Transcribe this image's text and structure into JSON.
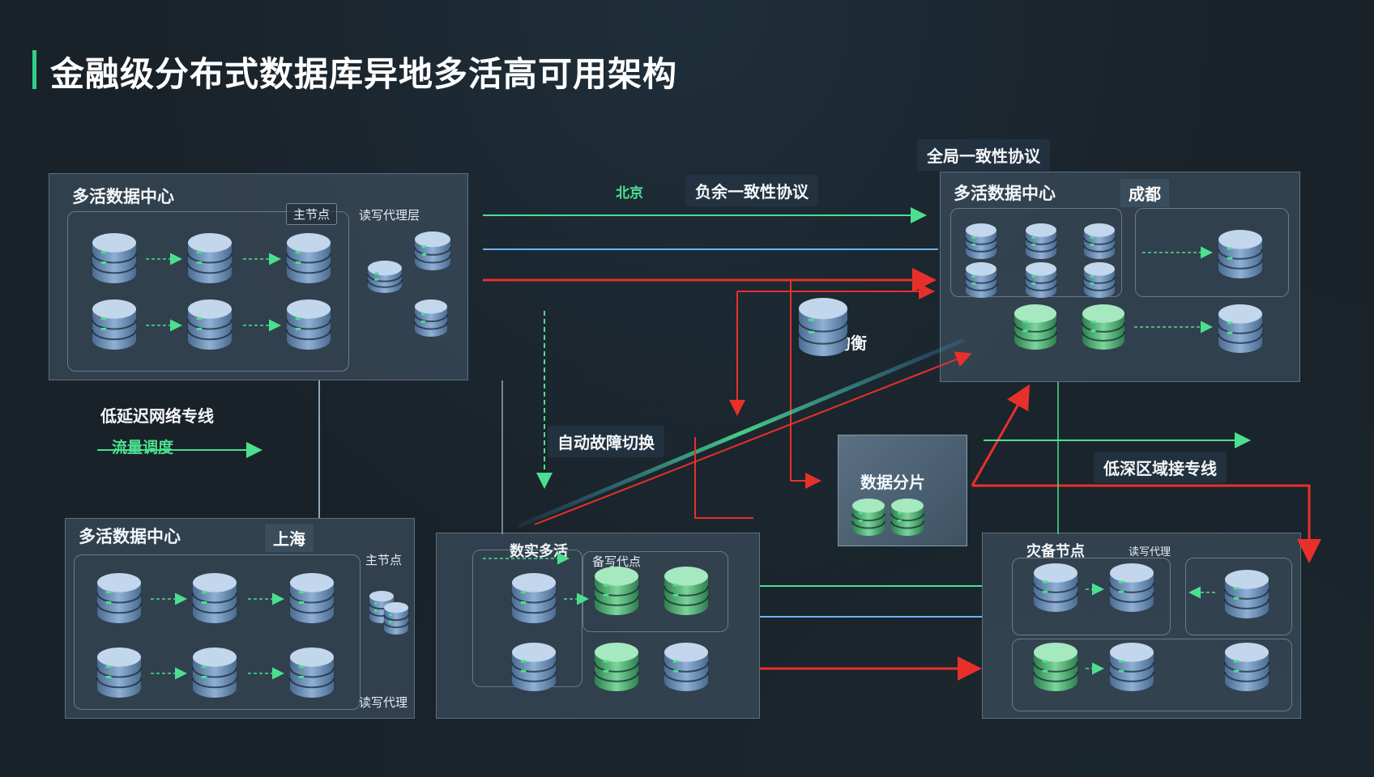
{
  "title": "金融级分布式数据库异地多活高可用架构",
  "colors": {
    "accent_green": "#2fd08c",
    "link_red": "#e8302a",
    "link_blue": "#6ab5ff",
    "db_blue": "#6d8fb8",
    "db_green": "#4fbe78"
  },
  "top_labels": {
    "consistency_protocol": "全局一致性协议",
    "beijing": "北京",
    "load_protocol": "负余一致性协议",
    "stream_mark": "流量"
  },
  "panels": {
    "top_left": {
      "label": "多活数据中心",
      "primary_tag": "主节点",
      "proxy_tag": "读写代理层"
    },
    "top_right": {
      "label": "多活数据中心",
      "city": "成都"
    },
    "bottom_left": {
      "label": "多活数据中心",
      "city": "上海",
      "primary_tag": "主节点",
      "proxy_tag": "读写代理"
    },
    "bottom_center": {
      "label": "数实多活",
      "proxy_tag": "备写代点"
    },
    "bottom_right": {
      "label": "灾备节点",
      "tag": "读写代理"
    }
  },
  "middle_labels": {
    "low_latency_line": "低延迟网络专线",
    "traffic_dispatch": "流量调度",
    "auto_failover": "自动故障切换",
    "load_balance": "负载均衡",
    "data_shard": "数据分片",
    "low_latency_region_line": "低深区域接专线"
  },
  "icons": {
    "database": "database-icon",
    "arrow": "arrow-icon"
  }
}
